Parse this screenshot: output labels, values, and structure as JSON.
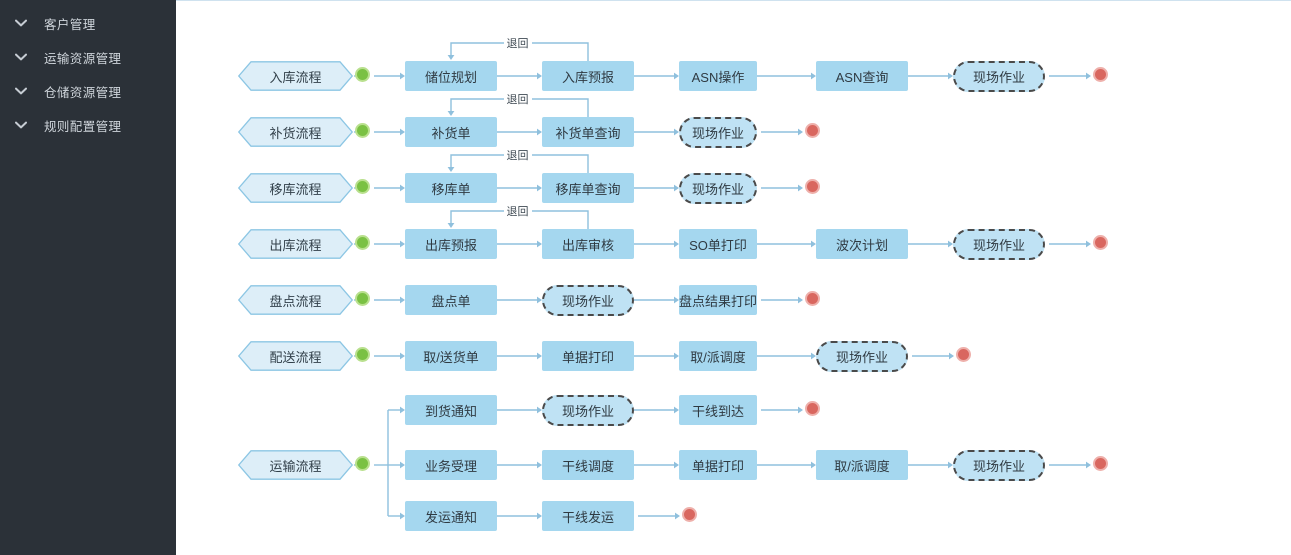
{
  "sidebar": {
    "icon": "chevron-down-icon",
    "items": [
      {
        "label": "客户管理"
      },
      {
        "label": "运输资源管理"
      },
      {
        "label": "仓储资源管理"
      },
      {
        "label": "规则配置管理"
      }
    ]
  },
  "colors": {
    "sidebar_bg": "#2b3138",
    "sidebar_text": "#cfd5db",
    "process_fill": "#a5d7ef",
    "field_fill": "#bfe2f4",
    "field_border": "#4a4a4a",
    "hex_fill": "#ddeef8",
    "hex_border": "#8cc6e4",
    "wire": "#8fc0dd",
    "start_dot": "#7ac143",
    "end_dot": "#d9675f"
  },
  "diagram": {
    "loop_label": "退回",
    "rows": [
      {
        "id": "inbound",
        "lane": "入库流程",
        "start": "start-dot",
        "end": "end-dot",
        "loop": {
          "from": "ASN操作",
          "to": "入库预报",
          "label": "退回"
        },
        "nodes": [
          {
            "label": "储位规划",
            "type": "process"
          },
          {
            "label": "入库预报",
            "type": "process"
          },
          {
            "label": "ASN操作",
            "type": "process"
          },
          {
            "label": "ASN查询",
            "type": "process"
          },
          {
            "label": "现场作业",
            "type": "field"
          }
        ]
      },
      {
        "id": "replenish",
        "lane": "补货流程",
        "start": "start-dot",
        "end": "end-dot",
        "loop": {
          "from": "补货单查询",
          "to": "补货单",
          "label": "退回"
        },
        "nodes": [
          {
            "label": "补货单",
            "type": "process"
          },
          {
            "label": "补货单查询",
            "type": "process"
          },
          {
            "label": "现场作业",
            "type": "field"
          }
        ]
      },
      {
        "id": "transfer",
        "lane": "移库流程",
        "start": "start-dot",
        "end": "end-dot",
        "loop": {
          "from": "移库单查询",
          "to": "移库单",
          "label": "退回"
        },
        "nodes": [
          {
            "label": "移库单",
            "type": "process"
          },
          {
            "label": "移库单查询",
            "type": "process"
          },
          {
            "label": "现场作业",
            "type": "field"
          }
        ]
      },
      {
        "id": "outbound",
        "lane": "出库流程",
        "start": "start-dot",
        "end": "end-dot",
        "loop": {
          "from": "出库审核",
          "to": "出库预报",
          "label": "退回"
        },
        "nodes": [
          {
            "label": "出库预报",
            "type": "process"
          },
          {
            "label": "出库审核",
            "type": "process"
          },
          {
            "label": "SO单打印",
            "type": "process"
          },
          {
            "label": "波次计划",
            "type": "process"
          },
          {
            "label": "现场作业",
            "type": "field"
          }
        ]
      },
      {
        "id": "stocktake",
        "lane": "盘点流程",
        "start": "start-dot",
        "end": "end-dot",
        "loop": null,
        "nodes": [
          {
            "label": "盘点单",
            "type": "process"
          },
          {
            "label": "现场作业",
            "type": "field"
          },
          {
            "label": "盘点结果打印",
            "type": "process"
          }
        ]
      },
      {
        "id": "delivery",
        "lane": "配送流程",
        "start": "start-dot",
        "end": "end-dot",
        "loop": null,
        "nodes": [
          {
            "label": "取/送货单",
            "type": "process"
          },
          {
            "label": "单据打印",
            "type": "process"
          },
          {
            "label": "取/派调度",
            "type": "process"
          },
          {
            "label": "现场作业",
            "type": "field"
          }
        ]
      }
    ],
    "transport": {
      "lane": "运输流程",
      "start": "start-dot",
      "branches": [
        {
          "id": "transport-arrival",
          "end": "end-dot",
          "nodes": [
            {
              "label": "到货通知",
              "type": "process"
            },
            {
              "label": "现场作业",
              "type": "field"
            },
            {
              "label": "干线到达",
              "type": "process"
            }
          ]
        },
        {
          "id": "transport-main",
          "end": "end-dot",
          "nodes": [
            {
              "label": "业务受理",
              "type": "process"
            },
            {
              "label": "干线调度",
              "type": "process"
            },
            {
              "label": "单据打印",
              "type": "process"
            },
            {
              "label": "取/派调度",
              "type": "process"
            },
            {
              "label": "现场作业",
              "type": "field"
            }
          ]
        },
        {
          "id": "transport-dispatch",
          "end": "end-dot",
          "nodes": [
            {
              "label": "发运通知",
              "type": "process"
            },
            {
              "label": "干线发运",
              "type": "process"
            }
          ]
        }
      ]
    }
  }
}
